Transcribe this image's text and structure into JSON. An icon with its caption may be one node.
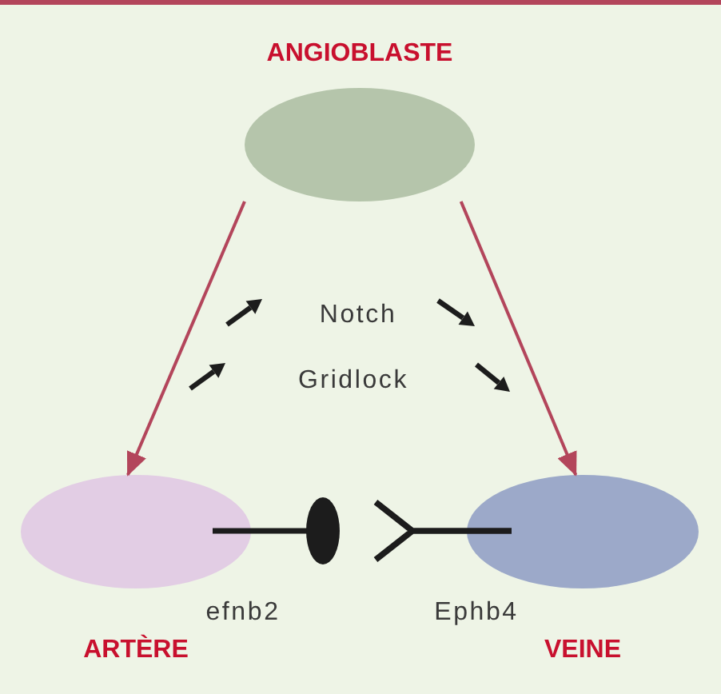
{
  "diagram": {
    "nodes": [
      {
        "text": [
          "ANGIOBLASTE"
        ]
      },
      {
        "text": [
          "ARTÈRE"
        ]
      },
      {
        "text": [
          "VEINE"
        ]
      }
    ],
    "edges": [
      {
        "from": 0,
        "to": 1,
        "arrow": "to"
      },
      {
        "from": 0,
        "to": 2,
        "arrow": "to"
      }
    ],
    "labels": [
      "Notch",
      "Gridlock",
      "efnb2",
      "Ephb4"
    ]
  }
}
